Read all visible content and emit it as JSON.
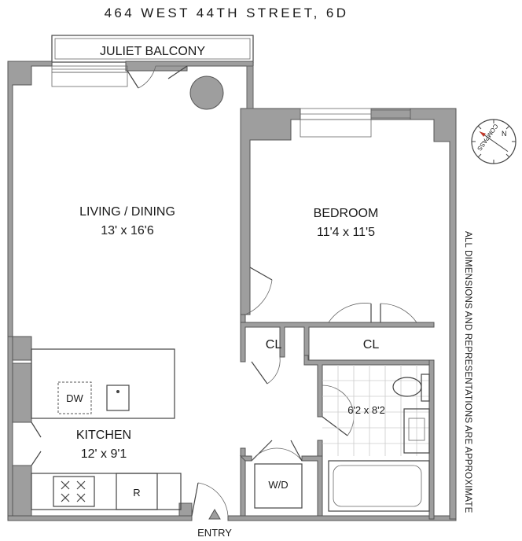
{
  "header": {
    "title": "464 WEST 44TH STREET, 6D"
  },
  "rooms": {
    "balcony": {
      "label": "JULIET BALCONY"
    },
    "living": {
      "label": "LIVING / DINING",
      "dims": "13' x 16'6"
    },
    "bedroom": {
      "label": "BEDROOM",
      "dims": "11'4 x 11'5"
    },
    "closet_left": {
      "label": "CL"
    },
    "closet_right": {
      "label": "CL"
    },
    "bath": {
      "dims": "6'2 x 8'2"
    },
    "kitchen": {
      "label": "KITCHEN",
      "dims": "12' x 9'1"
    },
    "dishwasher": {
      "label": "DW"
    },
    "fridge": {
      "label": "R"
    },
    "washer_dryer": {
      "label": "W/D"
    },
    "entry": {
      "label": "ENTRY"
    }
  },
  "compass": {
    "label": "COMPASS",
    "north": "N"
  },
  "side_note": "ALL DIMENSIONS AND REPRESENTATIONS ARE APPROXIMATE",
  "colors": {
    "wall": "#9e9e9e",
    "ink": "#1a1a1a",
    "compass_north": "#c0392b"
  }
}
